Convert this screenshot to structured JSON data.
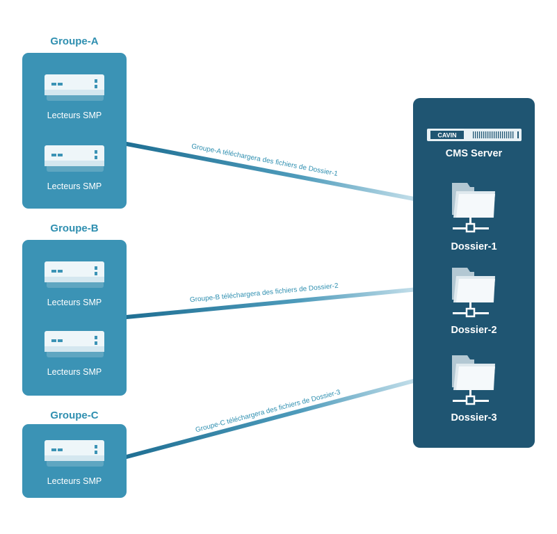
{
  "groups": [
    {
      "title": "Groupe-A",
      "players": [
        "Lecteurs SMP",
        "Lecteurs SMP"
      ]
    },
    {
      "title": "Groupe-B",
      "players": [
        "Lecteurs SMP",
        "Lecteurs SMP"
      ]
    },
    {
      "title": "Groupe-C",
      "players": [
        "Lecteurs SMP"
      ]
    }
  ],
  "server": {
    "title": "CMS Server",
    "brand": "CAVIN",
    "folders": [
      "Dossier-1",
      "Dossier-2",
      "Dossier-3"
    ]
  },
  "links": [
    "Groupe-A téléchargera des fichiers de Dossier-1",
    "Groupe-B téléchargera des fichiers de Dossier-2",
    "Groupe-C téléchargera des fichiers de Dossier-3"
  ],
  "colors": {
    "group_box": "#3b93b5",
    "server_panel": "#1f5572",
    "title_text": "#2f8fb0",
    "line_dark": "#1f6f93",
    "line_light": "#d9edf5"
  }
}
